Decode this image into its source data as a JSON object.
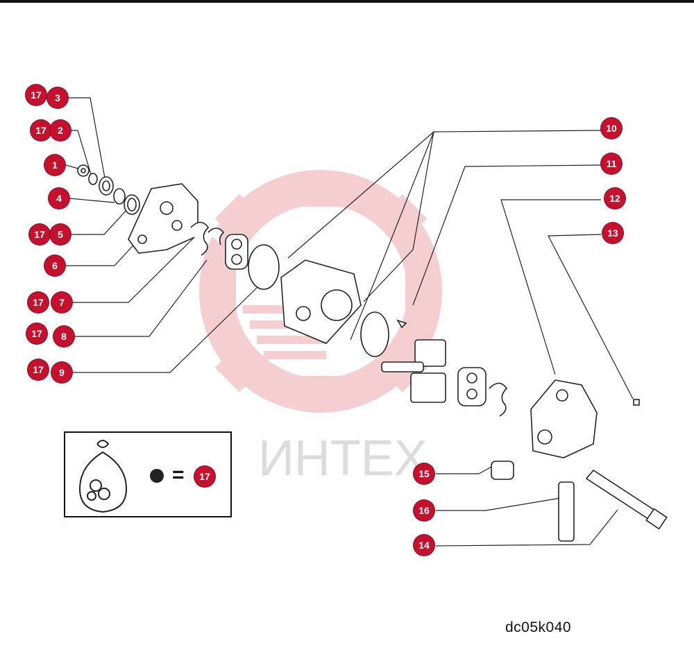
{
  "parts": [
    {
      "num": "17"
    },
    {
      "num": "3"
    },
    {
      "num": "17"
    },
    {
      "num": "2"
    },
    {
      "num": "1"
    },
    {
      "num": "4"
    },
    {
      "num": "17"
    },
    {
      "num": "5"
    },
    {
      "num": "6"
    },
    {
      "num": "17"
    },
    {
      "num": "7"
    },
    {
      "num": "17"
    },
    {
      "num": "8"
    },
    {
      "num": "17"
    },
    {
      "num": "9"
    },
    {
      "num": "10"
    },
    {
      "num": "11"
    },
    {
      "num": "12"
    },
    {
      "num": "13"
    },
    {
      "num": "15"
    },
    {
      "num": "16"
    },
    {
      "num": "14"
    },
    {
      "num": "17"
    }
  ],
  "watermark": {
    "text": "ИНТЕХ"
  },
  "legend": {
    "equals": "="
  },
  "drawing_code": "dc05k040",
  "colors": {
    "callout": "#c5102e",
    "watermark": "#f3c3c8",
    "lines": "#222222"
  }
}
